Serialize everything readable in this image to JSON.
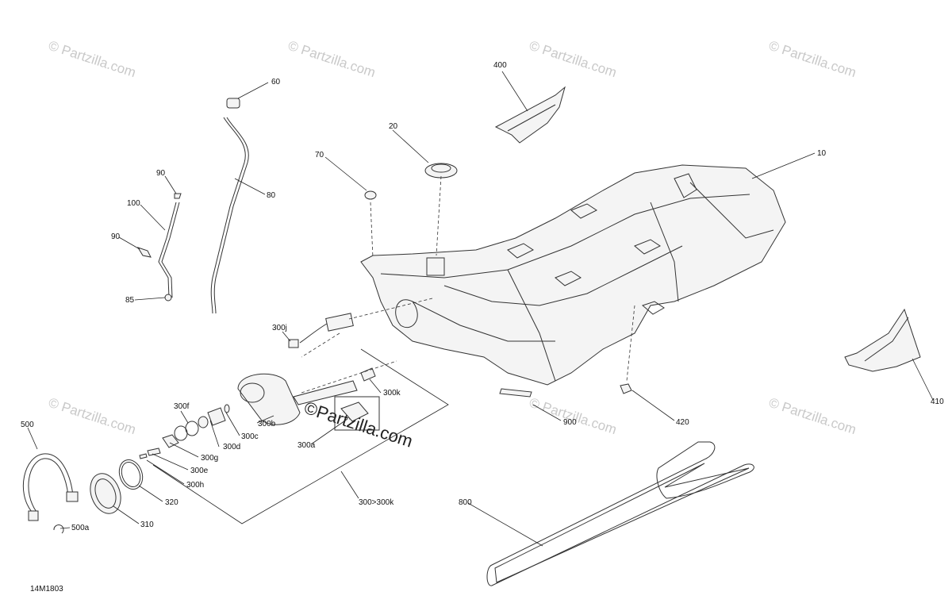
{
  "watermark": {
    "text": "© Partzilla.com",
    "center_text": "©Partzilla.com"
  },
  "diagram_code": "14M1803",
  "callouts": [
    {
      "id": "c60",
      "label": "60"
    },
    {
      "id": "c400",
      "label": "400"
    },
    {
      "id": "c20",
      "label": "20"
    },
    {
      "id": "c70",
      "label": "70"
    },
    {
      "id": "c10",
      "label": "10"
    },
    {
      "id": "c90a",
      "label": "90"
    },
    {
      "id": "c80",
      "label": "80"
    },
    {
      "id": "c100",
      "label": "100"
    },
    {
      "id": "c90b",
      "label": "90"
    },
    {
      "id": "c85",
      "label": "85"
    },
    {
      "id": "c300j",
      "label": "300j"
    },
    {
      "id": "c300k",
      "label": "300k"
    },
    {
      "id": "c300f",
      "label": "300f"
    },
    {
      "id": "c300b",
      "label": "300b"
    },
    {
      "id": "c300c",
      "label": "300c"
    },
    {
      "id": "c300d",
      "label": "300d"
    },
    {
      "id": "c300a",
      "label": "300a"
    },
    {
      "id": "c300g",
      "label": "300g"
    },
    {
      "id": "c300e",
      "label": "300e"
    },
    {
      "id": "c300h",
      "label": "300h"
    },
    {
      "id": "c500",
      "label": "500"
    },
    {
      "id": "c500a",
      "label": "500a"
    },
    {
      "id": "c320",
      "label": "320"
    },
    {
      "id": "c310",
      "label": "310"
    },
    {
      "id": "c300r",
      "label": "300>300k"
    },
    {
      "id": "c900",
      "label": "900"
    },
    {
      "id": "c420",
      "label": "420"
    },
    {
      "id": "c410",
      "label": "410"
    },
    {
      "id": "c800",
      "label": "800"
    }
  ]
}
